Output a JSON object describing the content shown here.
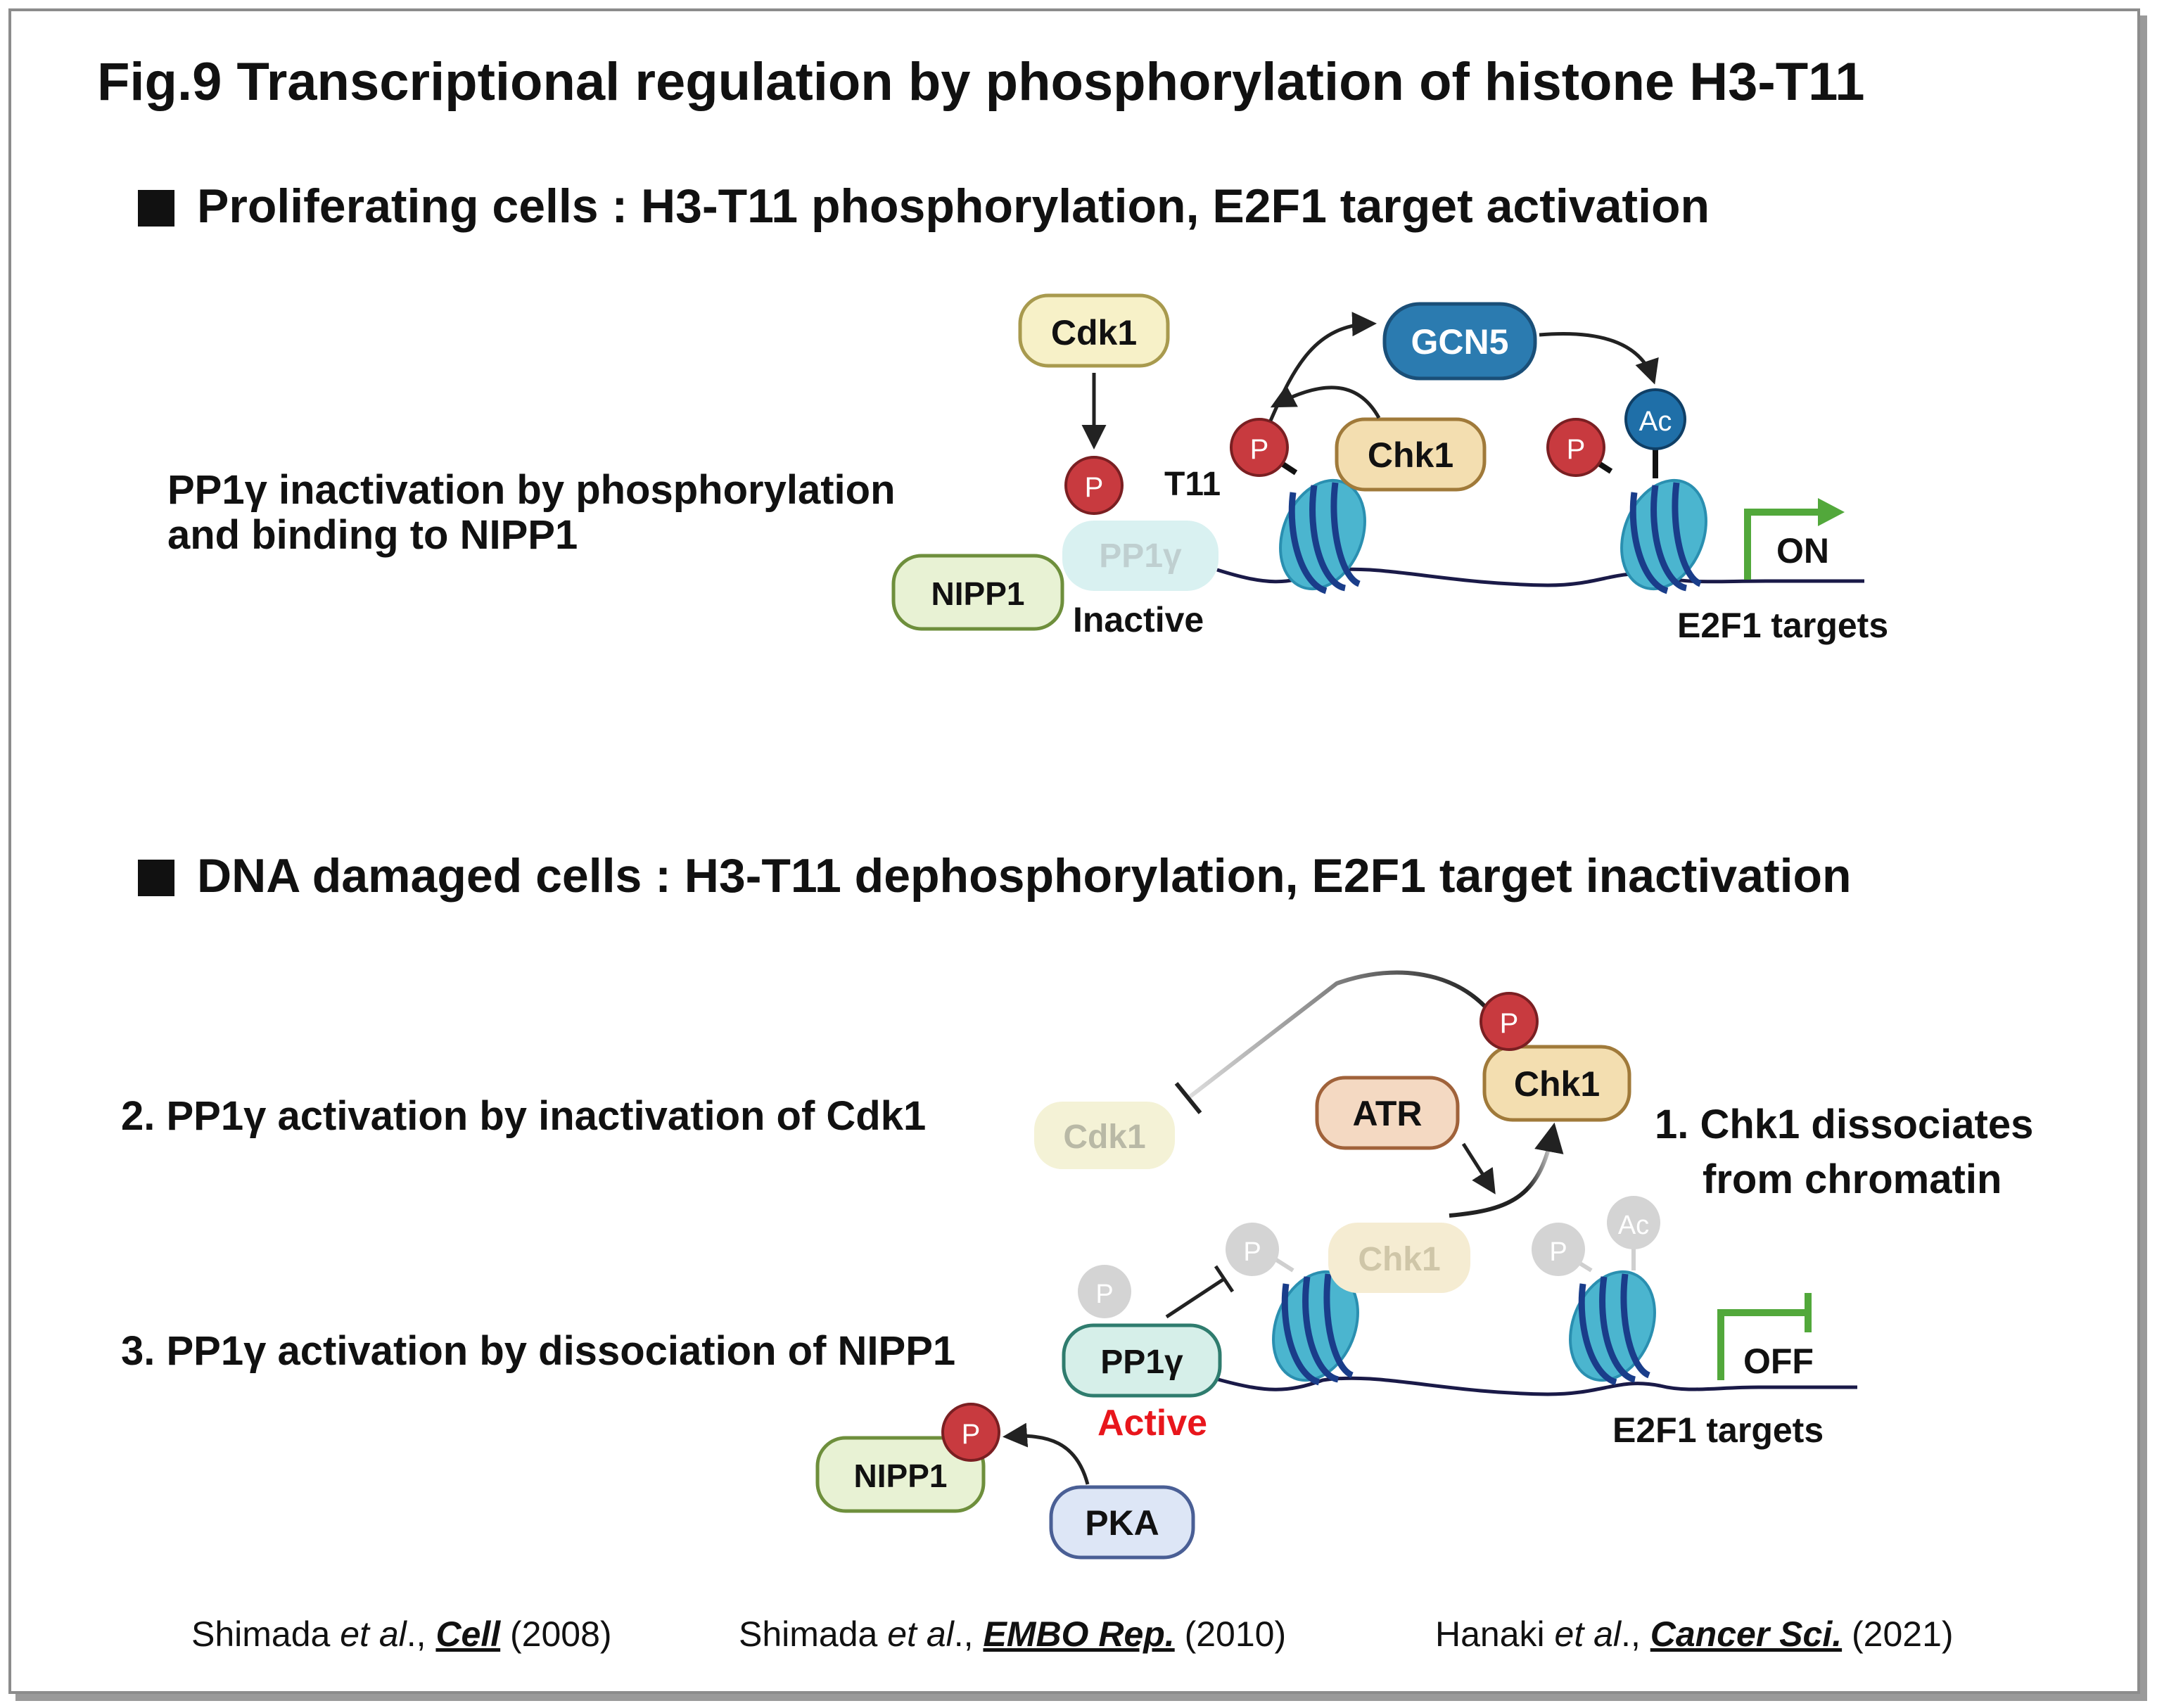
{
  "title": "Fig.9 Transcriptional regulation by phosphorylation of histone H3-T11",
  "section1": {
    "heading": "Proliferating cells : H3-T11 phosphorylation, E2F1 target activation",
    "note_line1": "PP1γ inactivation by phosphorylation",
    "note_line2": "and binding to NIPP1",
    "cdk1": "Cdk1",
    "gcn5": "GCN5",
    "chk1": "Chk1",
    "nipp1": "NIPP1",
    "pp1": "PP1γ",
    "inactive": "Inactive",
    "t11": "T11",
    "p": "P",
    "ac": "Ac",
    "on": "ON",
    "targets": "E2F1 targets"
  },
  "section2": {
    "heading": "DNA damaged cells : H3-T11 dephosphorylation, E2F1 target inactivation",
    "note2": "2. PP1γ activation by inactivation of Cdk1",
    "note3": "3. PP1γ activation by dissociation of NIPP1",
    "note1_line1": "1. Chk1 dissociates",
    "note1_line2": "from chromatin",
    "cdk1": "Cdk1",
    "atr": "ATR",
    "chk1": "Chk1",
    "chk1_faded": "Chk1",
    "pp1": "PP1γ",
    "active": "Active",
    "nipp1": "NIPP1",
    "pka": "PKA",
    "p": "P",
    "ac": "Ac",
    "off": "OFF",
    "targets": "E2F1 targets"
  },
  "citations": [
    {
      "author": "Shimada ",
      "etal": "et al",
      "sep": "., ",
      "journal": "Cell",
      "year": " (2008)"
    },
    {
      "author": "Shimada ",
      "etal": "et al",
      "sep": "., ",
      "journal": "EMBO Rep.",
      "year": " (2010)"
    },
    {
      "author": "Hanaki ",
      "etal": "et al",
      "sep": "., ",
      "journal": "Cancer Sci.",
      "year": " (2021)"
    }
  ],
  "colors": {
    "cdk1": "#f7f1c8",
    "chk1": "#f3deb0",
    "gcn5": "#2b7bb0",
    "nipp1": "#e8f2d4",
    "pp1_active": "#d6efe9",
    "pp1_inactive": "#d9f1f1",
    "atr": "#f4d9c2",
    "pka": "#dde6f6",
    "phospho": "#c83a3f",
    "acetyl": "#1f6fa8",
    "nucleosome": "#4bb5cf",
    "promoter": "#52a83b",
    "active_text": "#e8161c"
  }
}
